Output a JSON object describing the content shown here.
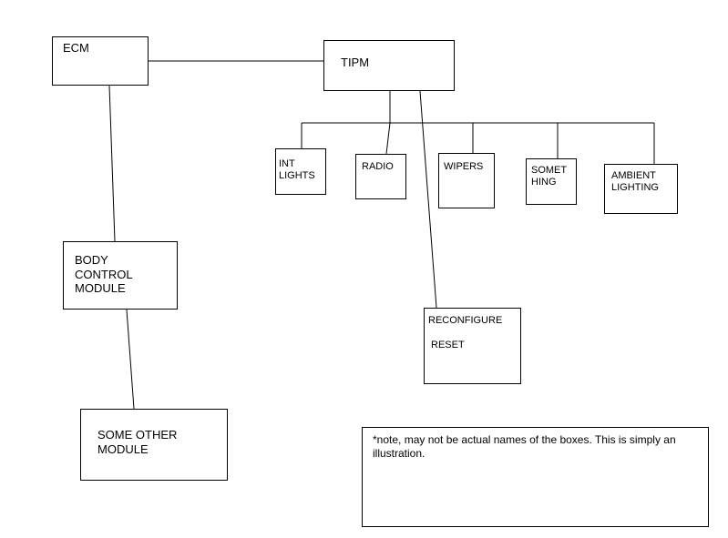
{
  "diagram": {
    "nodes": {
      "ecm": {
        "label": "ECM"
      },
      "tipm": {
        "label": "TIPM"
      },
      "int_lights": {
        "label": "INT\nLIGHTS"
      },
      "radio": {
        "label": "RADIO"
      },
      "wipers": {
        "label": "WIPERS"
      },
      "something": {
        "label": "SOMET\nHING"
      },
      "ambient_lighting": {
        "label": "AMBIENT\nLIGHTING"
      },
      "body_control_module": {
        "label": "BODY\nCONTROL\nMODULE"
      },
      "reconfigure": {
        "line1": "RECONFIGURE",
        "line2": "RESET"
      },
      "some_other_module": {
        "label": "SOME OTHER\nMODULE"
      }
    },
    "note": "*note, may not be actual names of the boxes. This is simply an illustration.",
    "line_color": "#000000"
  }
}
